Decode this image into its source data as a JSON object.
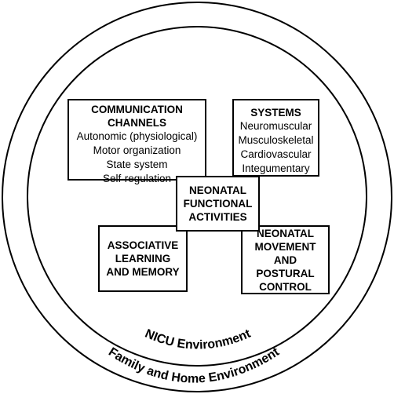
{
  "diagram": {
    "outer_ring_label": "Family and Home Environment",
    "inner_ring_label": "NICU Environment",
    "communication": {
      "title_line1": "COMMUNICATION",
      "title_line2": "CHANNELS",
      "items": [
        "Autonomic (physiological)",
        "Motor organization",
        "State system",
        "Self-regulation"
      ]
    },
    "systems": {
      "title": "SYSTEMS",
      "items": [
        "Neuromuscular",
        "Musculoskeletal",
        "Cardiovascular",
        "Integumentary"
      ]
    },
    "center": {
      "lines": [
        "NEONATAL",
        "FUNCTIONAL",
        "ACTIVITIES"
      ]
    },
    "associative": {
      "lines": [
        "ASSOCIATIVE",
        "LEARNING",
        "AND MEMORY"
      ]
    },
    "movement": {
      "lines": [
        "NEONATAL",
        "MOVEMENT",
        "AND",
        "POSTURAL",
        "CONTROL"
      ]
    }
  }
}
